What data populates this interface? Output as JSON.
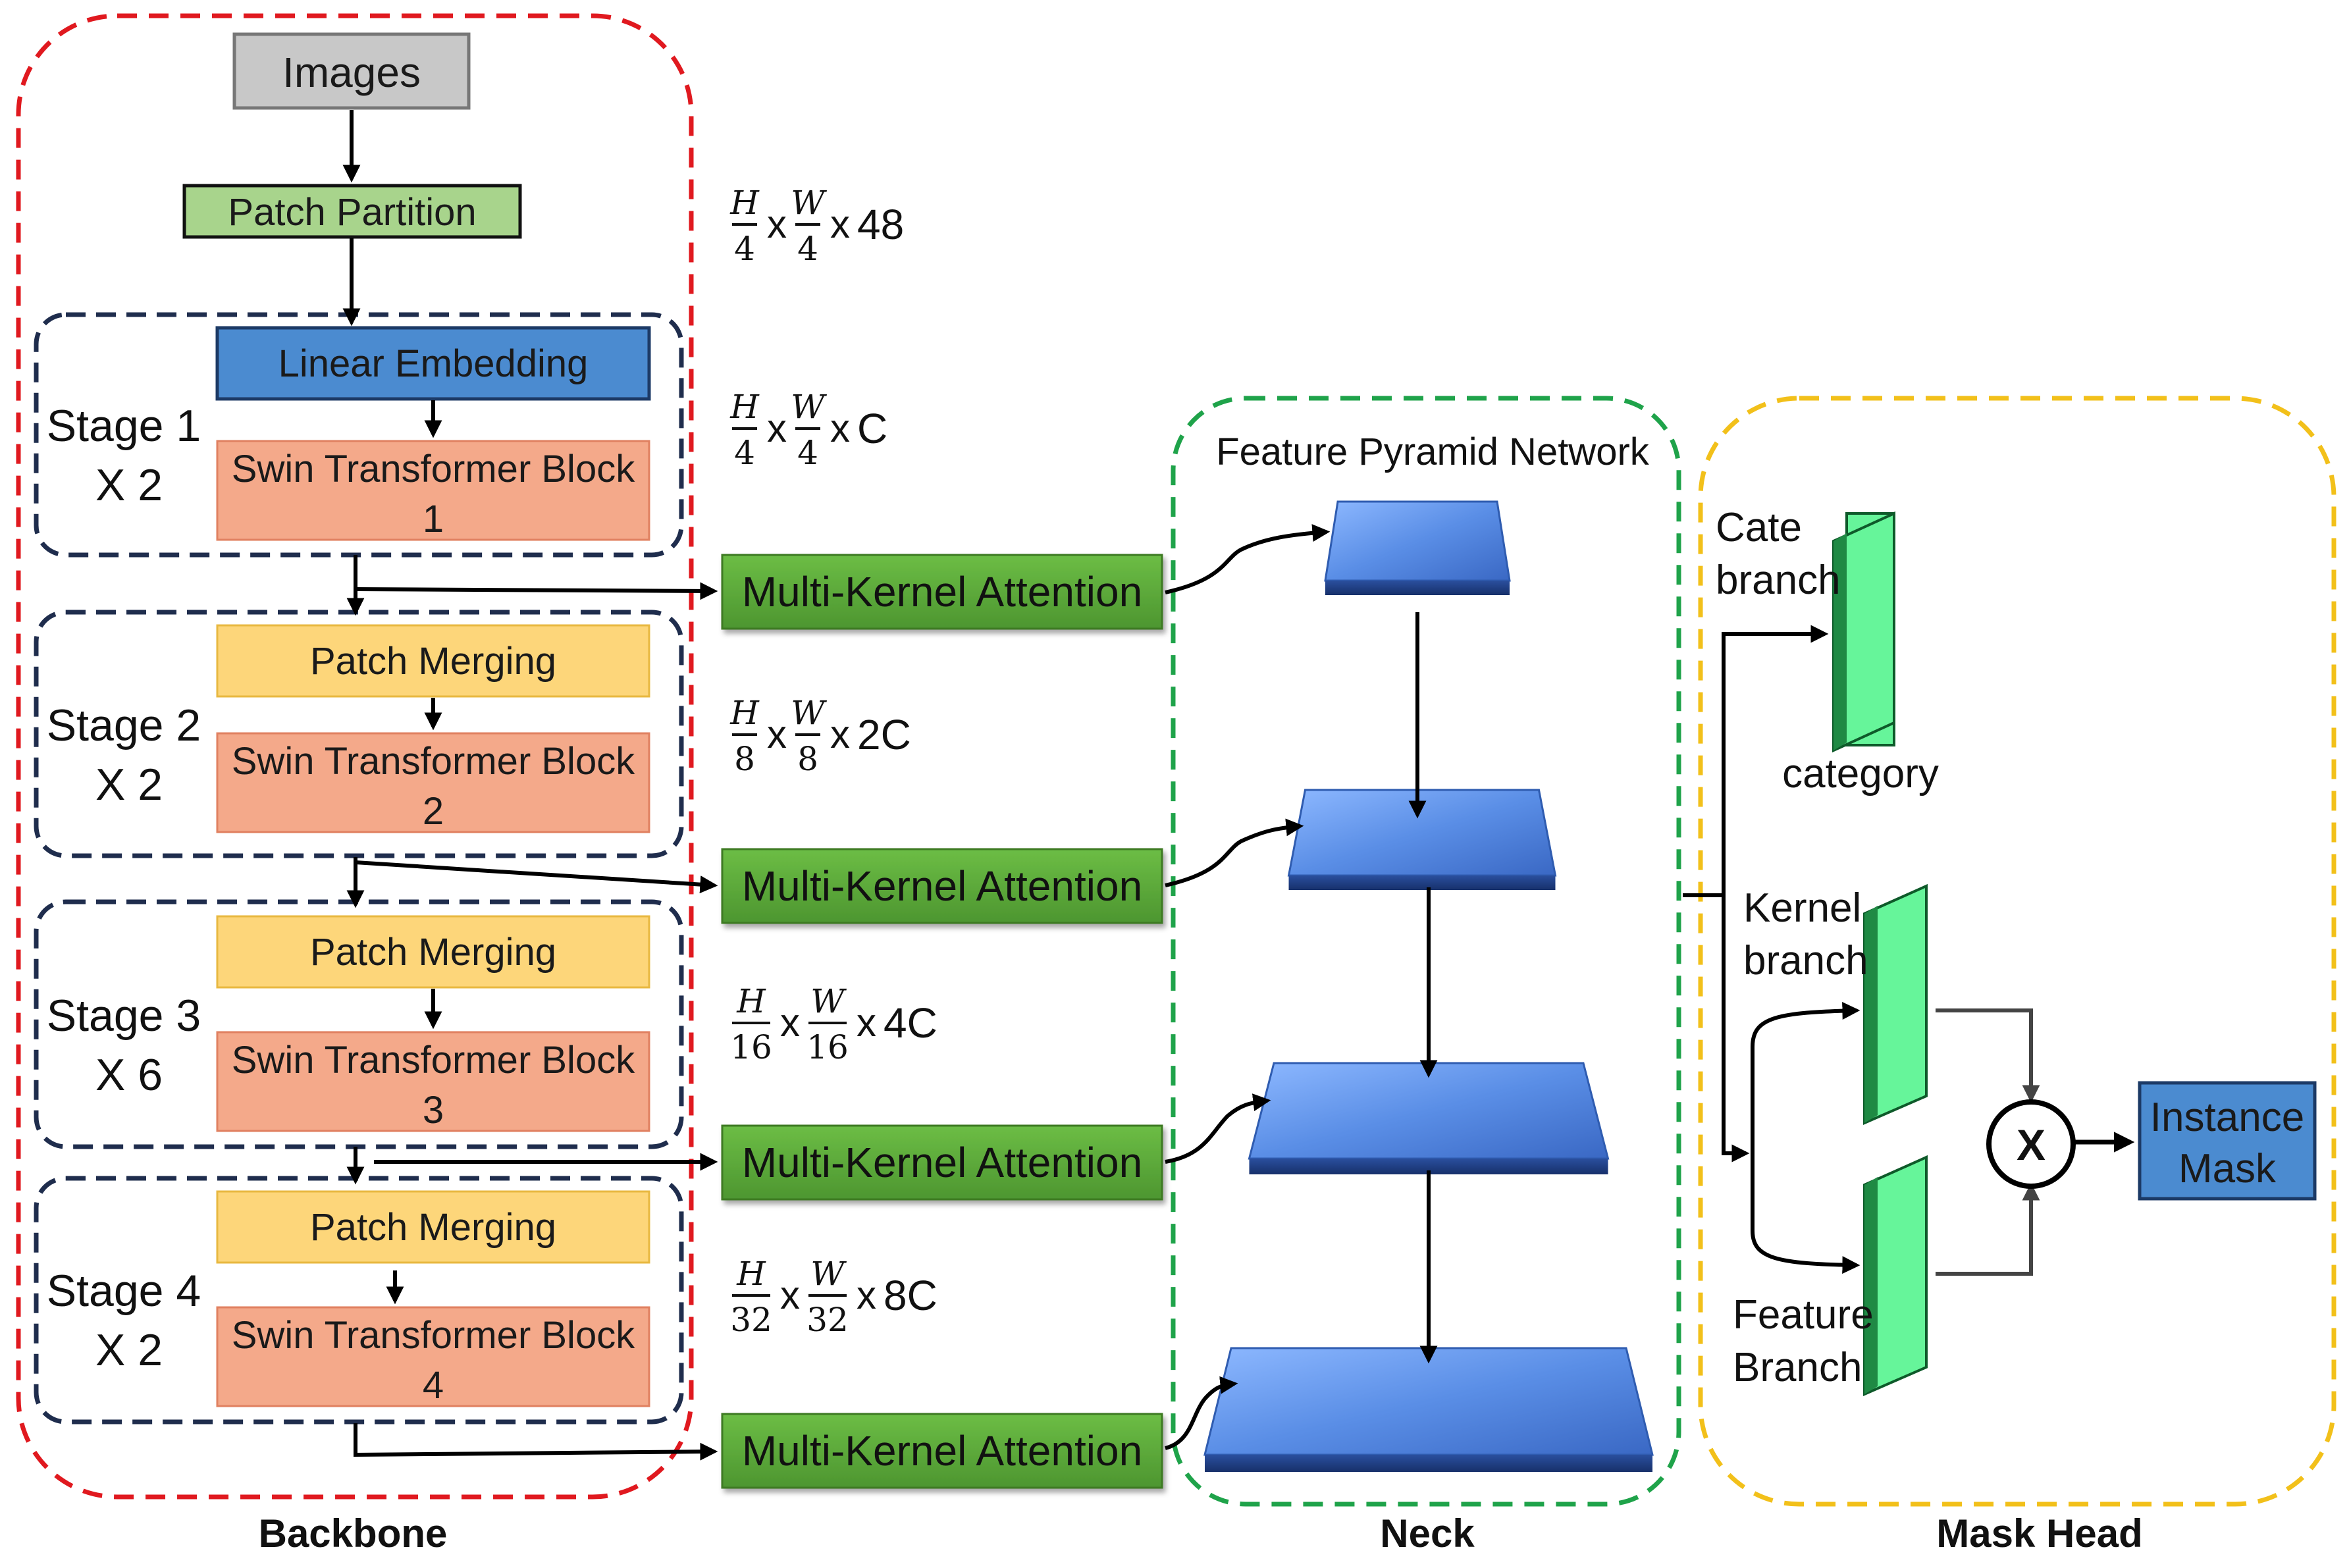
{
  "sections": {
    "backbone": "Backbone",
    "neck": "Neck",
    "mask_head": "Mask Head"
  },
  "backbone": {
    "images": "Images",
    "patch_partition": "Patch Partition",
    "linear_embedding": "Linear Embedding",
    "stages": [
      {
        "name": "Stage 1",
        "repeat": "X 2",
        "first_block": "Linear Embedding",
        "swin_title": "Swin Transformer Block",
        "swin_index": "1",
        "dim_h": "4",
        "dim_w": "4",
        "dim_c": "C"
      },
      {
        "name": "Stage 2",
        "repeat": "X 2",
        "first_block": "Patch Merging",
        "swin_title": "Swin Transformer Block",
        "swin_index": "2",
        "dim_h": "8",
        "dim_w": "8",
        "dim_c": "2C"
      },
      {
        "name": "Stage 3",
        "repeat": "X 6",
        "first_block": "Patch Merging",
        "swin_title": "Swin Transformer Block",
        "swin_index": "3",
        "dim_h": "16",
        "dim_w": "16",
        "dim_c": "4C"
      },
      {
        "name": "Stage 4",
        "repeat": "X 2",
        "first_block": "Patch Merging",
        "swin_title": "Swin Transformer Block",
        "swin_index": "4",
        "dim_h": "32",
        "dim_w": "32",
        "dim_c": "8C"
      }
    ],
    "partition_dims": {
      "dim_h": "4",
      "dim_w": "4",
      "dim_c": "48"
    },
    "symbol_h": "H",
    "symbol_w": "W",
    "times": "x"
  },
  "attention": {
    "label": "Multi-Kernel Attention",
    "count": 4
  },
  "neck": {
    "title": "Feature Pyramid Network"
  },
  "mask_head": {
    "cate_branch_line1": "Cate",
    "cate_branch_line2": "branch",
    "category": "category",
    "kernel_branch_line1": "Kernel",
    "kernel_branch_line2": "branch",
    "feature_branch_line1": "Feature",
    "feature_branch_line2": "Branch",
    "multiply_symbol": "X",
    "instance_mask_line1": "Instance",
    "instance_mask_line2": "Mask"
  },
  "colors": {
    "backbone_border": "#e0191f",
    "stage_border": "#1f2d4d",
    "neck_border": "#1fa34a",
    "head_border": "#f2c01a",
    "images_fill": "#c8c8c8",
    "partition_fill": "#a8d48c",
    "embedding_fill": "#4b8bd0",
    "merging_fill": "#fdd67a",
    "swin_fill": "#f4a98a",
    "attention_fill": "#5aa83a",
    "pyramid_fill": "#4a7ed8",
    "branch_fill": "#66f59a",
    "instance_fill": "#4b8bd0"
  }
}
